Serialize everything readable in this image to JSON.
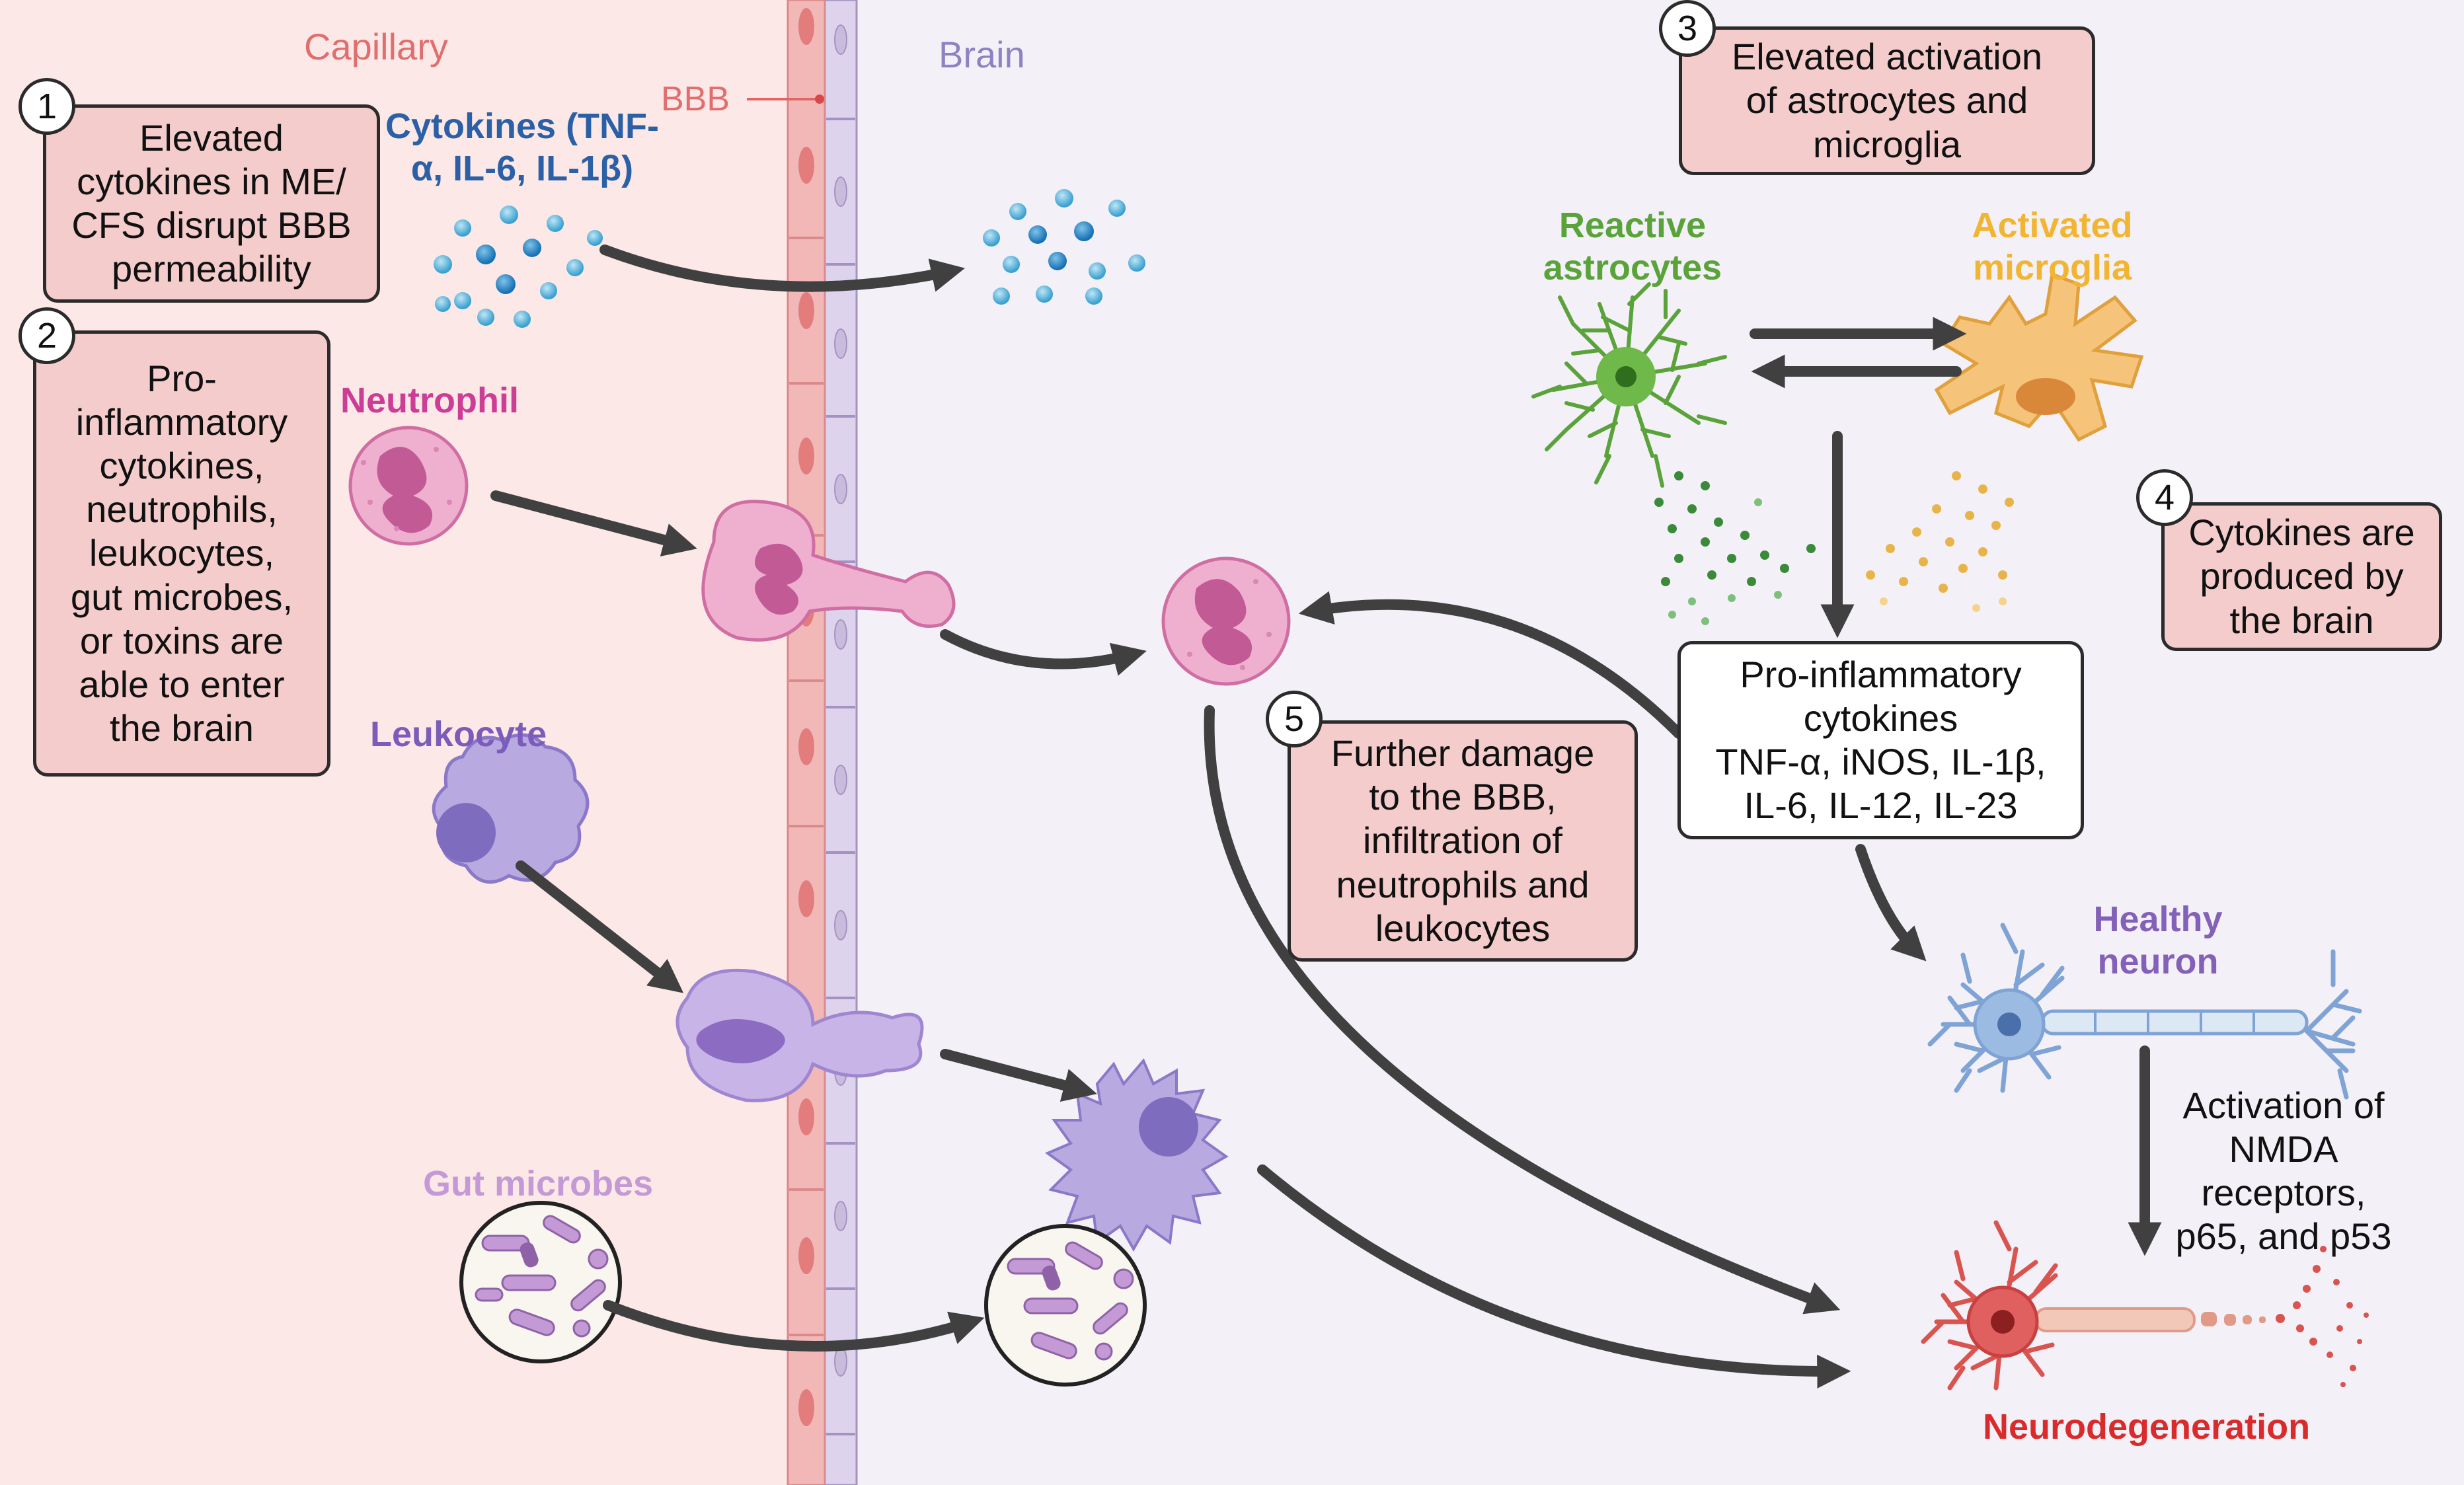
{
  "regions": {
    "capillary": "Capillary",
    "brain": "Brain",
    "bbb": "BBB"
  },
  "labels": {
    "cytokines": "Cytokines (TNF-\nα, IL-6, IL-1β)",
    "neutrophil": "Neutrophil",
    "leukocyte": "Leukocyte",
    "gut_microbes": "Gut microbes",
    "reactive_astrocytes": "Reactive\nastrocytes",
    "activated_microglia": "Activated\nmicroglia",
    "healthy_neuron": "Healthy\nneuron",
    "neurodegeneration": "Neurodegeneration"
  },
  "steps": [
    {
      "number": "1",
      "text": "Elevated\ncytokines in ME/\nCFS disrupt BBB\npermeability"
    },
    {
      "number": "2",
      "text": "Pro-\ninflammatory\ncytokines,\nneutrophils,\nleukocytes,\ngut microbes,\nor toxins are\nable to enter\nthe brain"
    },
    {
      "number": "3",
      "text": "Elevated activation\nof astrocytes and\nmicroglia"
    },
    {
      "number": "4",
      "text": "Cytokines are\nproduced by\nthe brain"
    },
    {
      "number": "5",
      "text": "Further damage\nto the BBB,\ninfiltration of\nneutrophils and\nleukocytes"
    }
  ],
  "proinflammatory_box": "Pro-inflammatory\ncytokines\nTNF-α, iNOS, IL-1β,\nIL-6, IL-12, IL-23",
  "nmda_text": "Activation of\nNMDA\nreceptors,\np65, and p53",
  "colors": {
    "capillary_bg": "#fce8e6",
    "brain_bg": "#f3f0f7",
    "box_pink": "#f4cccc",
    "cytokine_blue": "#2b5fa6",
    "neutrophil_pink": "#cc3e96",
    "leukocyte_purple": "#7c5cba",
    "gut_lilac": "#c49ad6",
    "astrocyte_green": "#5aa33a",
    "microglia_orange": "#f2b533",
    "neuron_purple": "#8461b8",
    "neurodegeneration_red": "#d92b2b",
    "arrow": "#404040"
  }
}
